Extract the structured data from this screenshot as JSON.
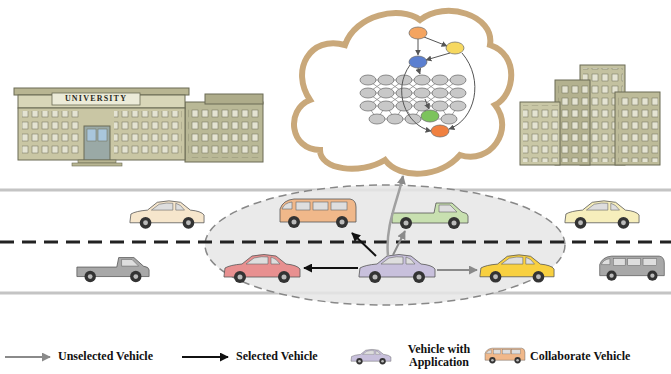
{
  "diagram": {
    "labels": [
      "UNIVERSITY"
    ],
    "legend": [
      {
        "text": "Unselected Vehicle"
      },
      {
        "text": "Selected Vehicle"
      },
      {
        "text": "Vehicle with Application"
      },
      {
        "text": "Collaborate Vehicle"
      }
    ]
  }
}
